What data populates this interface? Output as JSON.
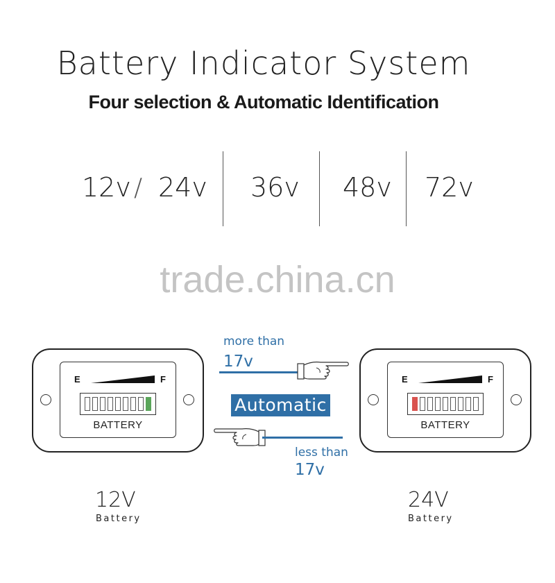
{
  "header": {
    "title": "Battery Indicator System",
    "subtitle": "Four selection & Automatic Identification"
  },
  "voltages": {
    "v12": "12v",
    "separator": "/",
    "v24": "24v",
    "v36": "36v",
    "v48": "48v",
    "v72": "72v"
  },
  "watermark": "trade.china.cn",
  "flow": {
    "top_label": "more than",
    "top_value": "17v",
    "center": "Automatic",
    "bottom_label": "less than",
    "bottom_value": "17v",
    "color": "#2f6fa6"
  },
  "gauges": [
    {
      "empty_label": "E",
      "full_label": "F",
      "display_label": "BATTERY",
      "segments": 9,
      "lit_segment": 9,
      "lit_color": "#5aa55a",
      "caption_voltage": "12V",
      "caption_word": "Battery"
    },
    {
      "empty_label": "E",
      "full_label": "F",
      "display_label": "BATTERY",
      "segments": 9,
      "lit_segment": 1,
      "lit_color": "#d9534f",
      "caption_voltage": "24V",
      "caption_word": "Battery"
    }
  ],
  "icons": [
    "pointing-hand-right-icon",
    "pointing-hand-left-icon"
  ]
}
